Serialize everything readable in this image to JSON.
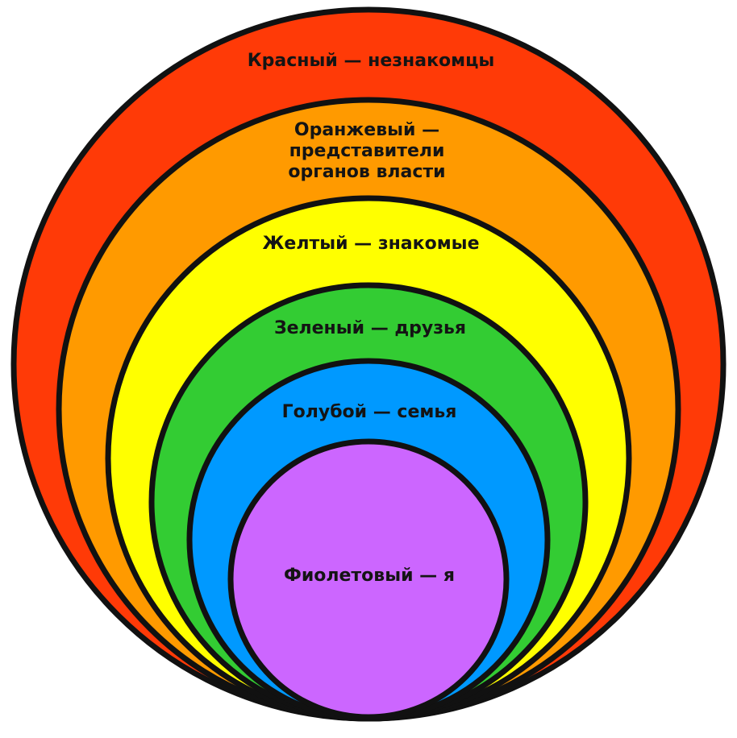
{
  "rings": [
    {
      "id": "red",
      "color": "#FF3A07",
      "lines": [
        "Красный — незнакомцы"
      ]
    },
    {
      "id": "orange",
      "color": "#FF9A00",
      "lines": [
        "Оранжевый —",
        "представители",
        "органов власти"
      ]
    },
    {
      "id": "yellow",
      "color": "#FFFF00",
      "lines": [
        "Желтый — знакомые"
      ]
    },
    {
      "id": "green",
      "color": "#33CC33",
      "lines": [
        "Зеленый — друзья"
      ]
    },
    {
      "id": "blue",
      "color": "#0099FF",
      "lines": [
        "Голубой — семья"
      ]
    },
    {
      "id": "violet",
      "color": "#CC66FF",
      "lines": [
        "Фиолетовый — я"
      ]
    }
  ]
}
